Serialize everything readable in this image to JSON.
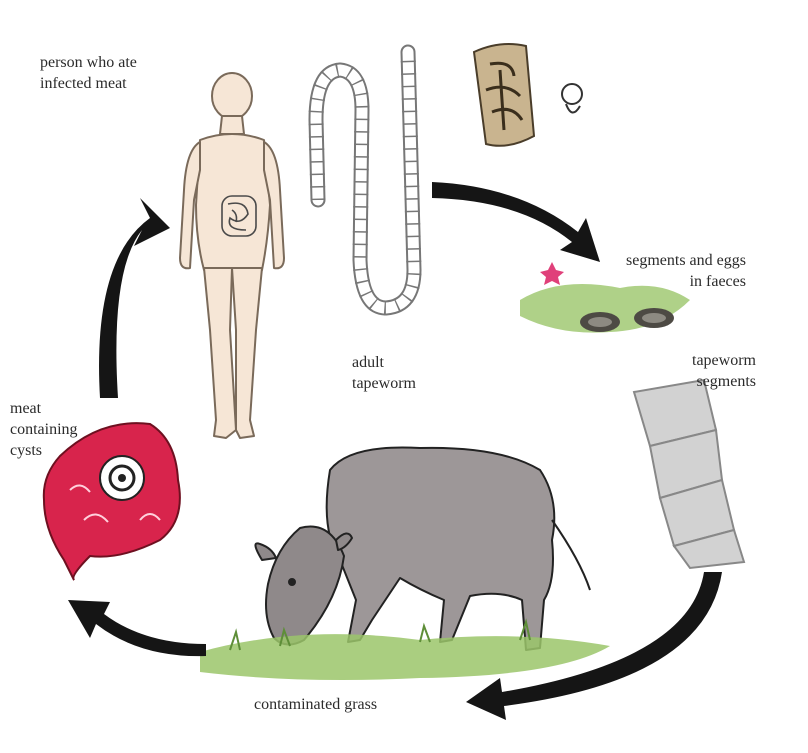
{
  "labels": {
    "person": "person who ate\ninfected meat",
    "adult_tapeworm": "adult\ntapeworm",
    "segments_eggs": "segments and eggs\nin faeces",
    "tapeworm_segments": "tapeworm\nsegments",
    "meat_cysts": "meat\ncontaining\ncysts",
    "grass": "contaminated grass"
  },
  "colors": {
    "arrow": "#151515",
    "skin": "#f6e6d6",
    "outline": "#7a6a5a",
    "meat": "#d8244c",
    "grass": "#9bc66a",
    "cow": "#9d9798",
    "segment": "#cfcfcf",
    "egg_block": "#c9b48f"
  },
  "icons": [
    "human-figure",
    "tapeworm",
    "egg-block",
    "small-egg",
    "faeces-pile",
    "segment-strip",
    "cow",
    "meat-piece",
    "cycle-arrow"
  ]
}
